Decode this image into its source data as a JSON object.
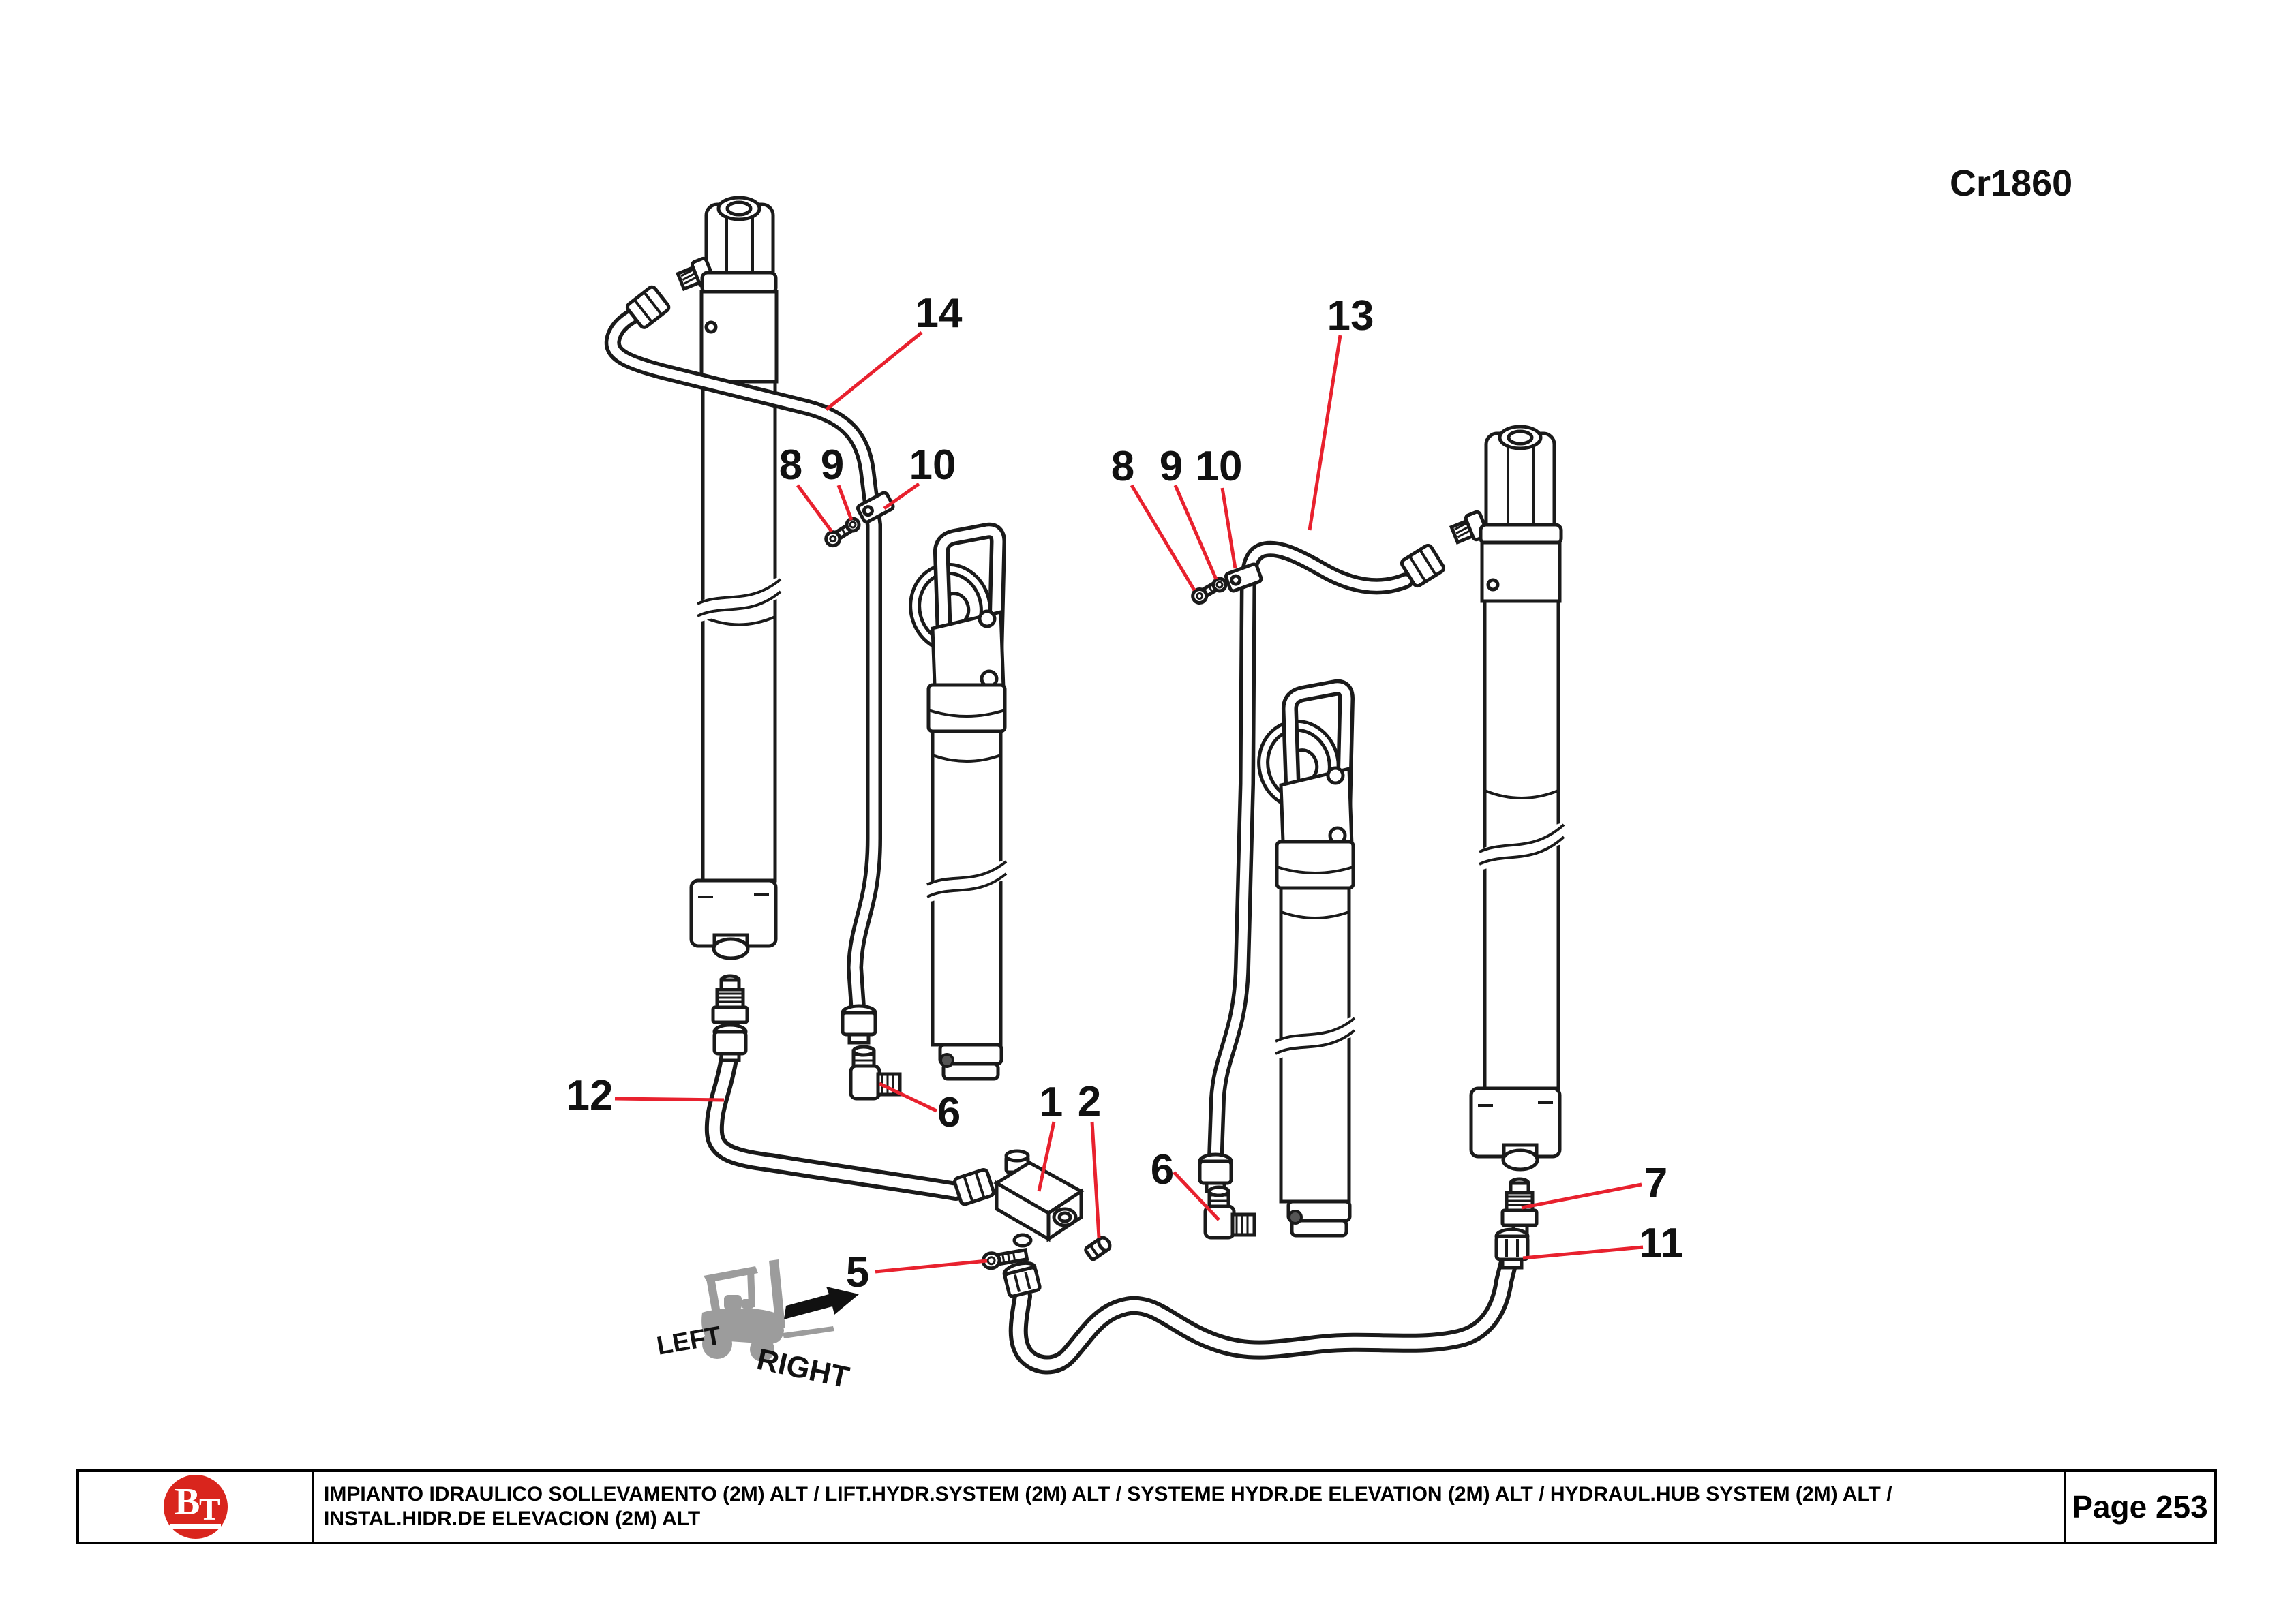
{
  "header": {
    "drawing_code": "Cr1860"
  },
  "callouts": {
    "c14": "14",
    "c13": "13",
    "l8": "8",
    "l9": "9",
    "l10": "10",
    "r8": "8",
    "r9": "9",
    "r10": "10",
    "c12": "12",
    "c6l": "6",
    "c1": "1",
    "c2": "2",
    "c5": "5",
    "c6r": "6",
    "c7": "7",
    "c11": "11"
  },
  "orientation": {
    "left": "LEFT",
    "right": "RIGHT"
  },
  "footer": {
    "logo": "BT",
    "description_line1": "IMPIANTO IDRAULICO SOLLEVAMENTO (2M) ALT / LIFT.HYDR.SYSTEM (2M) ALT / SYSTEME HYDR.DE ELEVATION (2M) ALT / HYDRAUL.HUB SYSTEM (2M) ALT /",
    "description_line2": "INSTAL.HIDR.DE ELEVACION (2M) ALT",
    "page": "Page 253"
  },
  "colors": {
    "leader_red": "#e8212e",
    "logo_red": "#d9251d",
    "line_black": "#1a1a1a",
    "forklift_gray": "#9c9c9c"
  }
}
